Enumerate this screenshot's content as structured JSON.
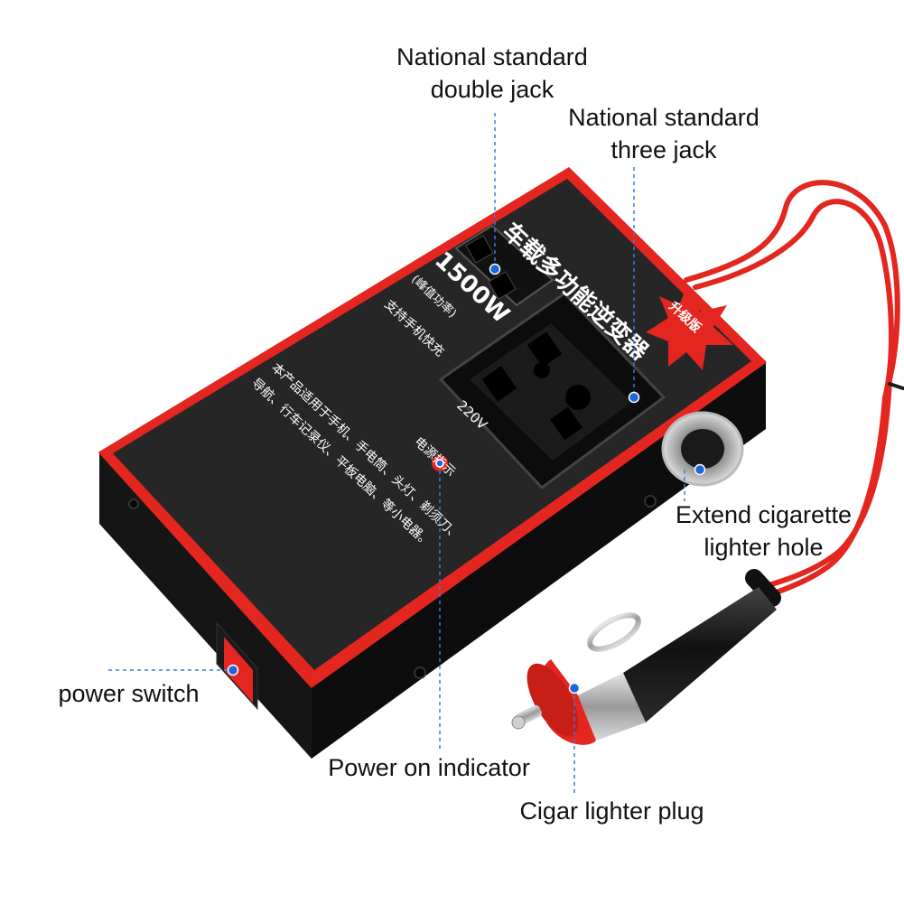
{
  "callouts": {
    "double_jack": {
      "line1": "National standard",
      "line2": "double jack"
    },
    "three_jack": {
      "line1": "National standard",
      "line2": "three jack"
    },
    "extend_hole": {
      "line1": "Extend cigarette",
      "line2": "lighter hole"
    },
    "power_switch": "power switch",
    "power_indicator": "Power on indicator",
    "plug": "Cigar lighter plug"
  },
  "device_face": {
    "title": "车载多功能逆变器",
    "power": "1500W",
    "peak_note": "(峰值功率)",
    "fast_charge": "支持手机快充",
    "usage_line1": "本产品适用于手机、手电筒、头灯、剃须刀、",
    "usage_line2": "导航、行车记录仪、平板电脑、等小电器。",
    "voltage": "220V",
    "indicator_label": "电源指示",
    "badge": "升级版"
  },
  "colors": {
    "accent_red": "#e3261f",
    "body_black": "#151515",
    "face_gray": "#2a2a2a",
    "callout_dot": "#1f66d9",
    "leader_line": "#3b7be0"
  }
}
